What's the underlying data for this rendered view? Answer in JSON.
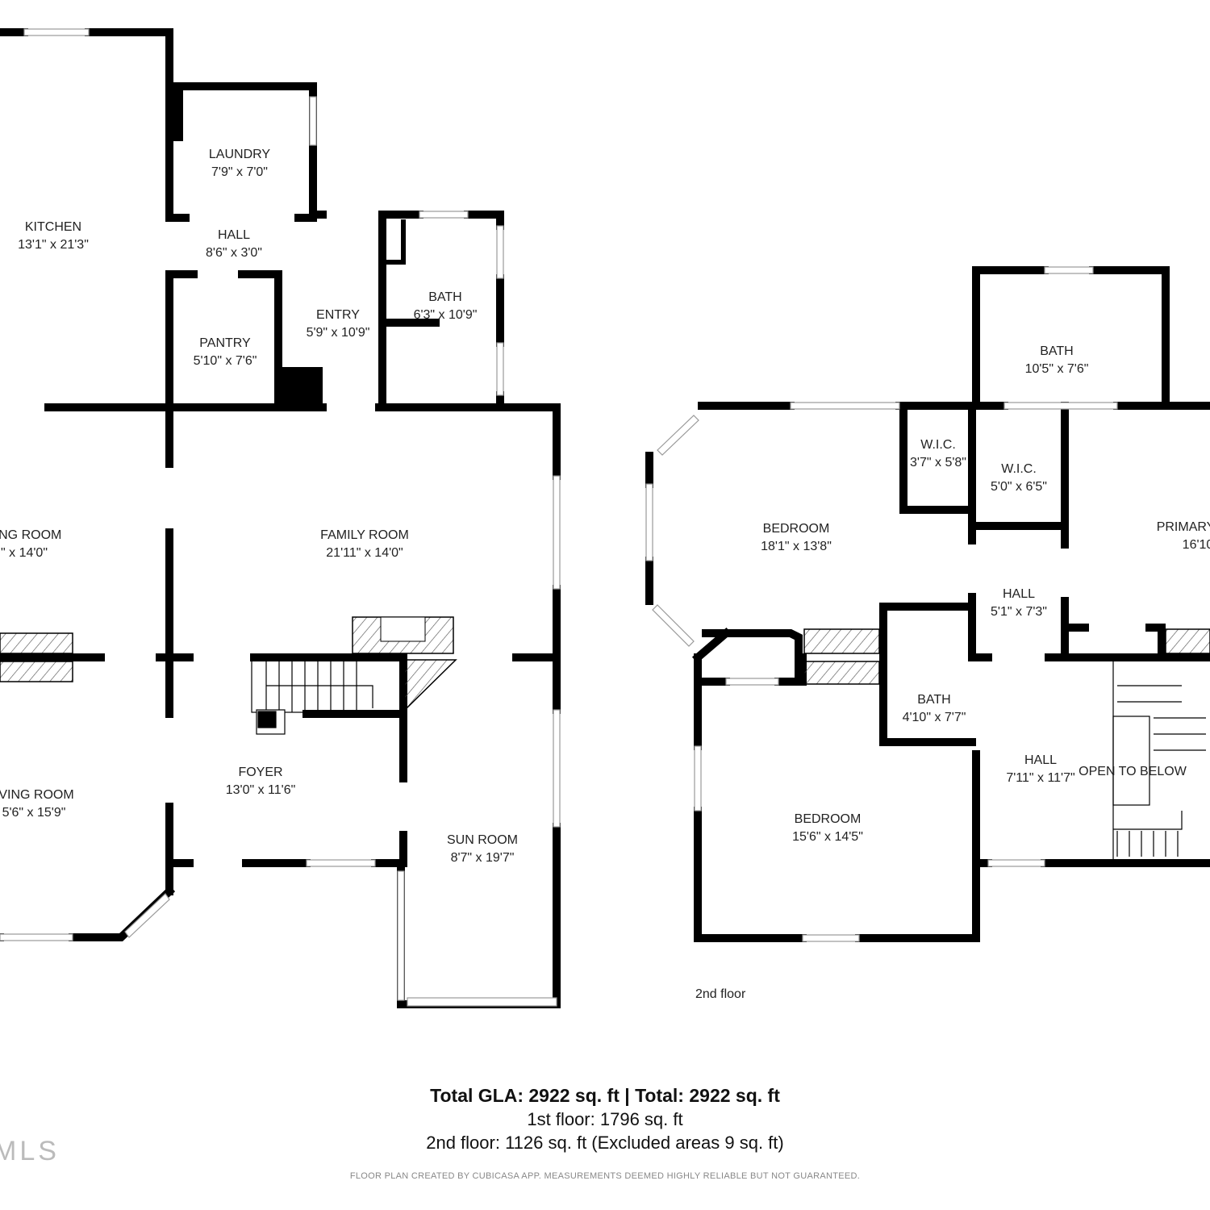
{
  "rooms": [
    {
      "id": "kitchen",
      "name": "KITCHEN",
      "dims": "13'1\" x 21'3\""
    },
    {
      "id": "laundry",
      "name": "LAUNDRY",
      "dims": "7'9\" x 7'0\""
    },
    {
      "id": "hall1",
      "name": "HALL",
      "dims": "8'6\" x 3'0\""
    },
    {
      "id": "pantry",
      "name": "PANTRY",
      "dims": "5'10\" x 7'6\""
    },
    {
      "id": "entry",
      "name": "ENTRY",
      "dims": "5'9\" x 10'9\""
    },
    {
      "id": "bath1",
      "name": "BATH",
      "dims": "6'3\" x 10'9\""
    },
    {
      "id": "dining",
      "name": "ING ROOM",
      "dims": "\" x 14'0\""
    },
    {
      "id": "family",
      "name": "FAMILY ROOM",
      "dims": "21'11\" x 14'0\""
    },
    {
      "id": "living",
      "name": "VING ROOM",
      "dims": "5'6\" x 15'9\""
    },
    {
      "id": "foyer",
      "name": "FOYER",
      "dims": "13'0\" x 11'6\""
    },
    {
      "id": "sunroom",
      "name": "SUN ROOM",
      "dims": "8'7\" x 19'7\""
    },
    {
      "id": "bath2",
      "name": "BATH",
      "dims": "10'5\" x 7'6\""
    },
    {
      "id": "wic1",
      "name": "W.I.C.",
      "dims": "3'7\" x 5'8\""
    },
    {
      "id": "wic2",
      "name": "W.I.C.",
      "dims": "5'0\" x 6'5\""
    },
    {
      "id": "bedroom1",
      "name": "BEDROOM",
      "dims": "18'1\" x 13'8\""
    },
    {
      "id": "primary",
      "name": "PRIMARY",
      "dims": "16'10"
    },
    {
      "id": "hall2",
      "name": "HALL",
      "dims": "5'1\" x 7'3\""
    },
    {
      "id": "bath3",
      "name": "BATH",
      "dims": "4'10\" x 7'7\""
    },
    {
      "id": "hall3",
      "name": "HALL",
      "dims": "7'11\" x 11'7\""
    },
    {
      "id": "open",
      "name": "OPEN TO BELOW",
      "dims": ""
    },
    {
      "id": "bedroom2",
      "name": "BEDROOM",
      "dims": "15'6\" x 14'5\""
    }
  ],
  "floor_label": "2nd floor",
  "summary": {
    "total": "Total GLA: 2922 sq. ft | Total: 2922 sq. ft",
    "first_floor": "1st floor: 1796 sq. ft",
    "second_floor": "2nd floor: 1126 sq. ft (Excluded areas 9 sq. ft)"
  },
  "disclaimer": "FLOOR PLAN CREATED BY CUBICASA APP. MEASUREMENTS DEEMED HIGHLY RELIABLE BUT NOT GUARANTEED.",
  "watermark": "MLS",
  "colors": {
    "wall": "#000000",
    "window": "#bbbbbb",
    "hatch": "#555555"
  }
}
